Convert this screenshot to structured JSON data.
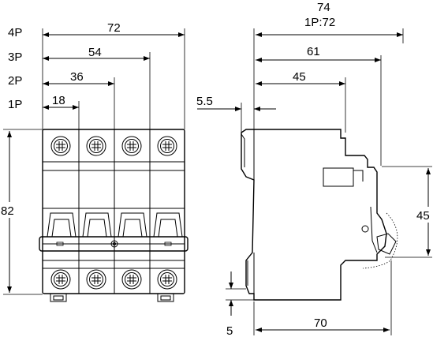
{
  "front_view": {
    "pole_labels": [
      "4P",
      "3P",
      "2P",
      "1P"
    ],
    "width_labels": [
      "72",
      "54",
      "36",
      "18"
    ],
    "height_label": "82"
  },
  "side_view": {
    "total_depth_label_top": "74",
    "total_depth_label_bottom": "1P:72",
    "depth_61_label": "61",
    "depth_45_label": "45",
    "offset_label": "5.5",
    "right_height_label": "45",
    "base_depth_label": "70",
    "clip_height_label": "5"
  }
}
